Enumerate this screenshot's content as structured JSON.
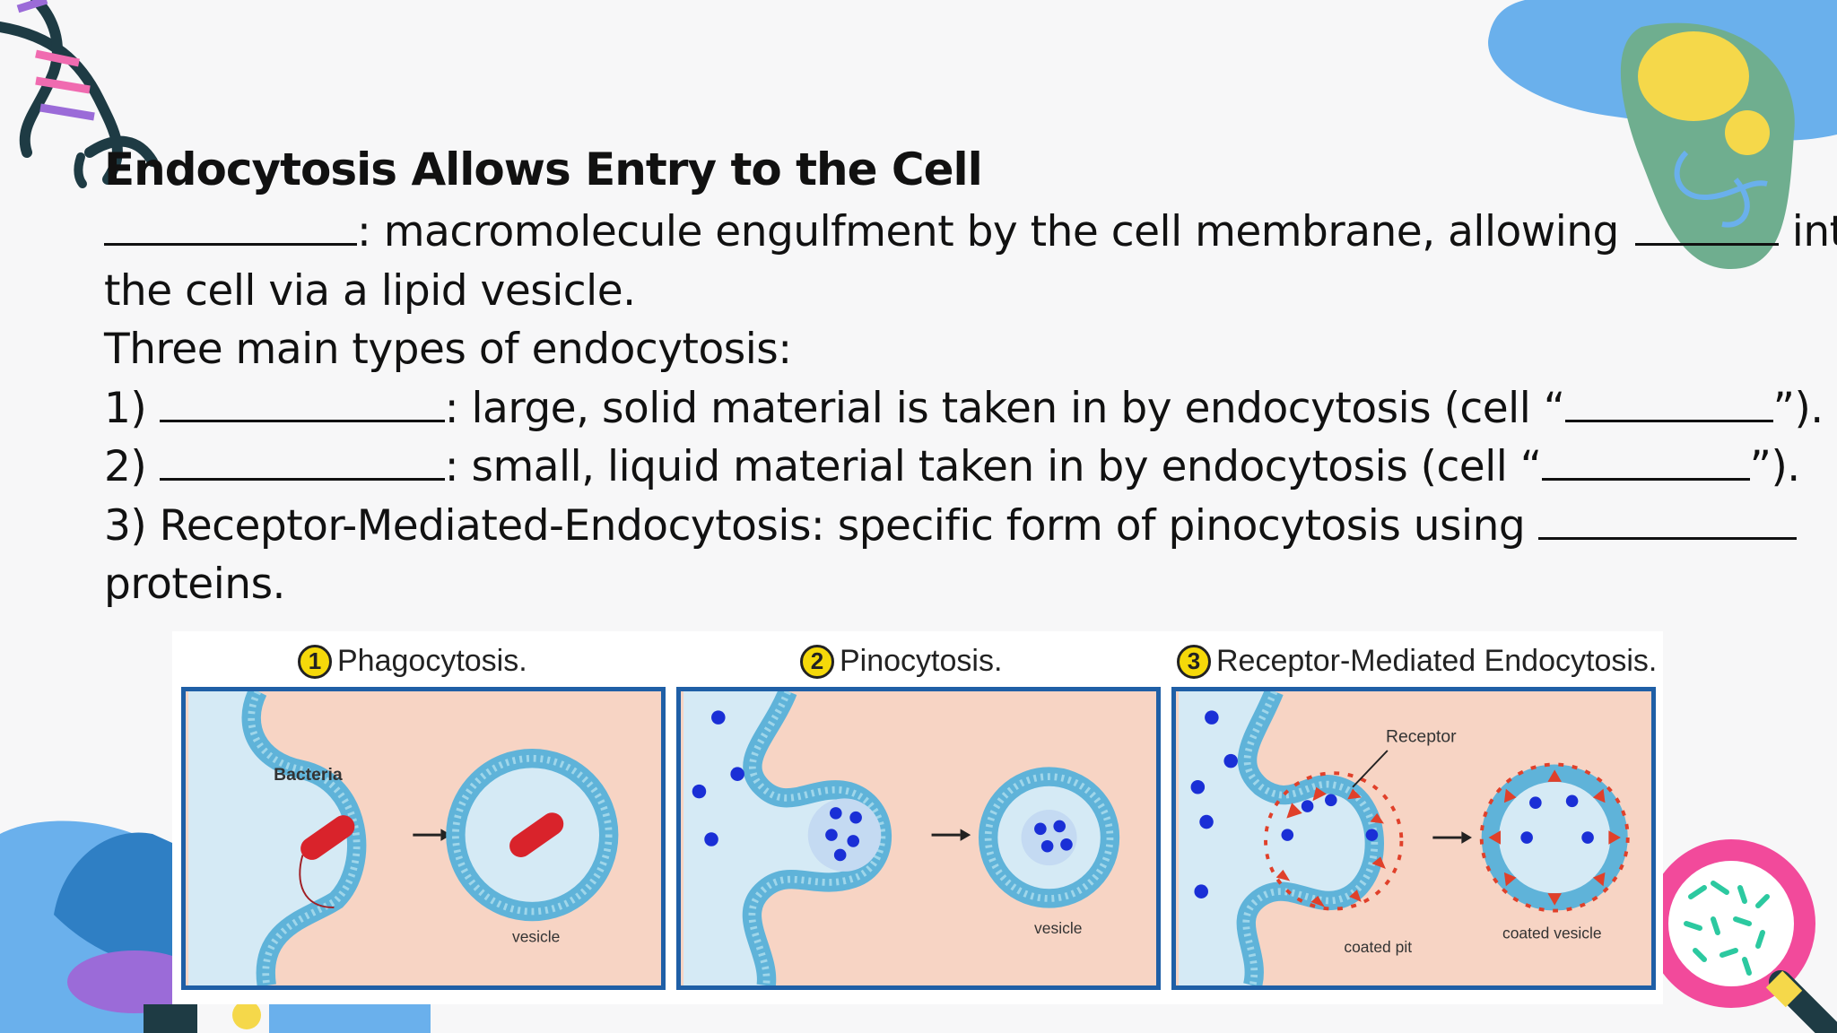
{
  "slide": {
    "title": "Endocytosis Allows Entry to the Cell",
    "lines": {
      "l1_text": ": macromolecule engulfment by the cell membrane, allowing",
      "l1_end": "into",
      "l2_text": "the cell via a lipid vesicle.",
      "l3_text": "Three main types of endocytosis:",
      "l4_num": "1)",
      "l4_text": ": large, solid material is taken in by endocytosis (cell “",
      "l4_end": "”).",
      "l5_num": "2)",
      "l5_text": ": small, liquid material taken in by endocytosis (cell “",
      "l5_end": "”).",
      "l6_text": "3) Receptor-Mediated-Endocytosis: specific form of pinocytosis using",
      "l7_text": "proteins."
    }
  },
  "figure": {
    "panels": [
      {
        "number": "1",
        "title": "Phagocytosis.",
        "labels": {
          "a": "Bacteria",
          "b": "vesicle"
        }
      },
      {
        "number": "2",
        "title": "Pinocytosis.",
        "labels": {
          "b": "vesicle"
        }
      },
      {
        "number": "3",
        "title": "Receptor-Mediated Endocytosis.",
        "labels": {
          "a": "Receptor",
          "b": "coated pit",
          "c": "coated vesicle"
        }
      }
    ]
  },
  "colors": {
    "membrane": "#5fb3d9",
    "cytoplasm": "#f7d4c4",
    "extracellular": "#d5eaf5",
    "particle": "#1a2fd6",
    "receptor": "#e0402a",
    "panel_border": "#1f5fa6",
    "decor_blue": "#6ab0ec",
    "decor_green": "#6fae8f",
    "decor_yellow": "#f5d84a",
    "decor_pink": "#f24a9b",
    "decor_purple": "#9b6bd8"
  },
  "icons": [
    "dna-helix-icon",
    "cell-decoration-icon",
    "magnifier-bacteria-icon",
    "mushroom-decoration-icon"
  ]
}
